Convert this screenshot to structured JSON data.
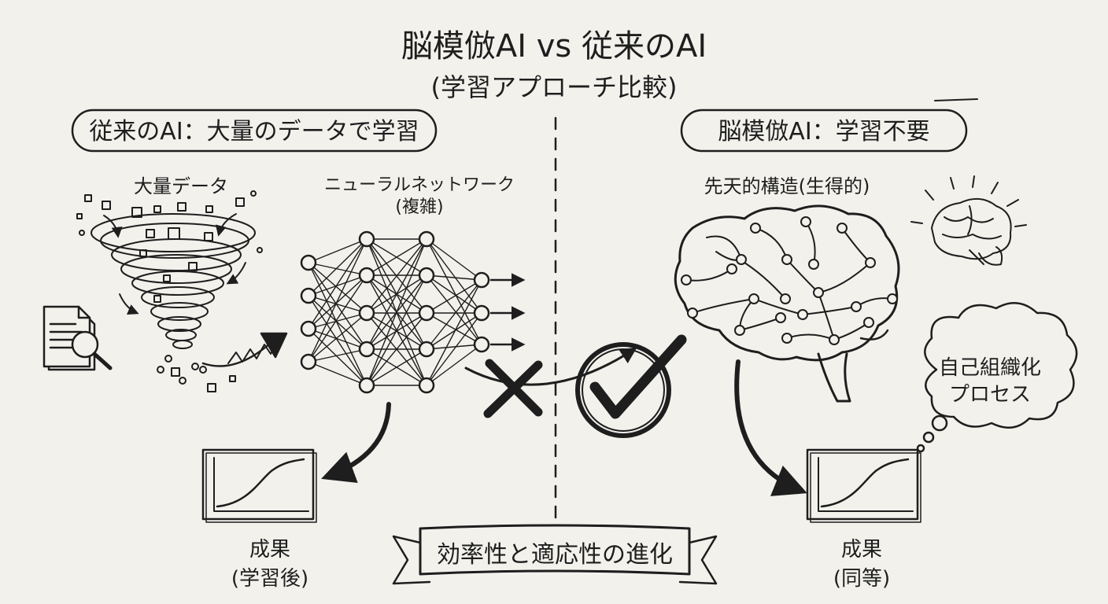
{
  "title": "脳模倣AI vs 従来のAI",
  "subtitle": "(学習アプローチ比較)",
  "left": {
    "heading": "従来のAI：大量のデータで学習",
    "data_label": "大量データ",
    "network_label": "ニューラルネットワーク",
    "network_sub": "(複雑)",
    "result_label": "成果",
    "result_sub": "(学習後)"
  },
  "right": {
    "heading": "脳模倣AI：学習不要",
    "structure_label": "先天的構造(生得的)",
    "thought_line1": "自己組織化",
    "thought_line2": "プロセス",
    "result_label": "成果",
    "result_sub": "(同等)"
  },
  "banner": "効率性と適応性の進化",
  "colors": {
    "ink": "#1e1e1e",
    "paper": "#f2f1ec"
  },
  "icons": [
    "document-search-icon",
    "data-tornado-icon",
    "neural-network-icon",
    "cross-icon",
    "checkmark-icon",
    "brain-network-icon",
    "lightbulb-brain-icon",
    "thought-cloud-icon",
    "growth-chart-icon"
  ]
}
